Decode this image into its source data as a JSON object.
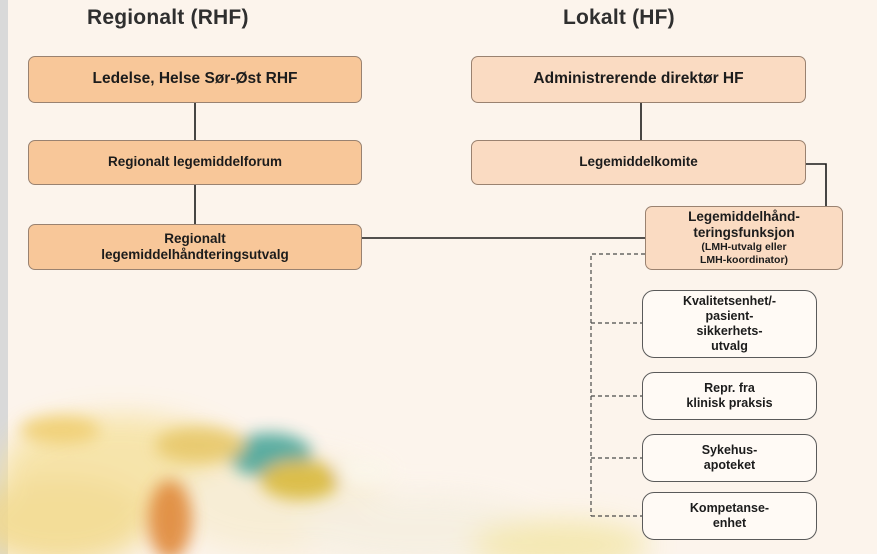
{
  "headings": {
    "regional": "Regionalt (RHF)",
    "local": "Lokalt (HF)"
  },
  "regional": {
    "ledelse": "Ledelse, Helse Sør-Øst RHF",
    "forum": "Regionalt legemiddelforum",
    "utvalg_line1": "Regionalt",
    "utvalg_line2": "legemiddelhåndteringsutvalg"
  },
  "local": {
    "direktor": "Administrerende direktør HF",
    "komite": "Legemiddelkomite",
    "lmh_line1": "Legemiddelhånd-",
    "lmh_line2": "teringsfunksjon",
    "lmh_sub1": "(LMH-utvalg eller",
    "lmh_sub2": "LMH-koordinator)"
  },
  "members": {
    "kvalitet_line1": "Kvalitetsenhet/-",
    "kvalitet_line2": "pasient-",
    "kvalitet_line3": "sikkerhets-",
    "kvalitet_line4": "utvalg",
    "repr_line1": "Repr. fra",
    "repr_line2": "klinisk praksis",
    "apotek_line1": "Sykehus-",
    "apotek_line2": "apoteket",
    "kompetanse_line1": "Kompetanse-",
    "kompetanse_line2": "enhet"
  },
  "colors": {
    "background": "#fcf4ec",
    "regional_box": "#f8c799",
    "local_box": "#fadbc2",
    "member_box": "#fffaf5",
    "connector": "#1a1a1a"
  }
}
